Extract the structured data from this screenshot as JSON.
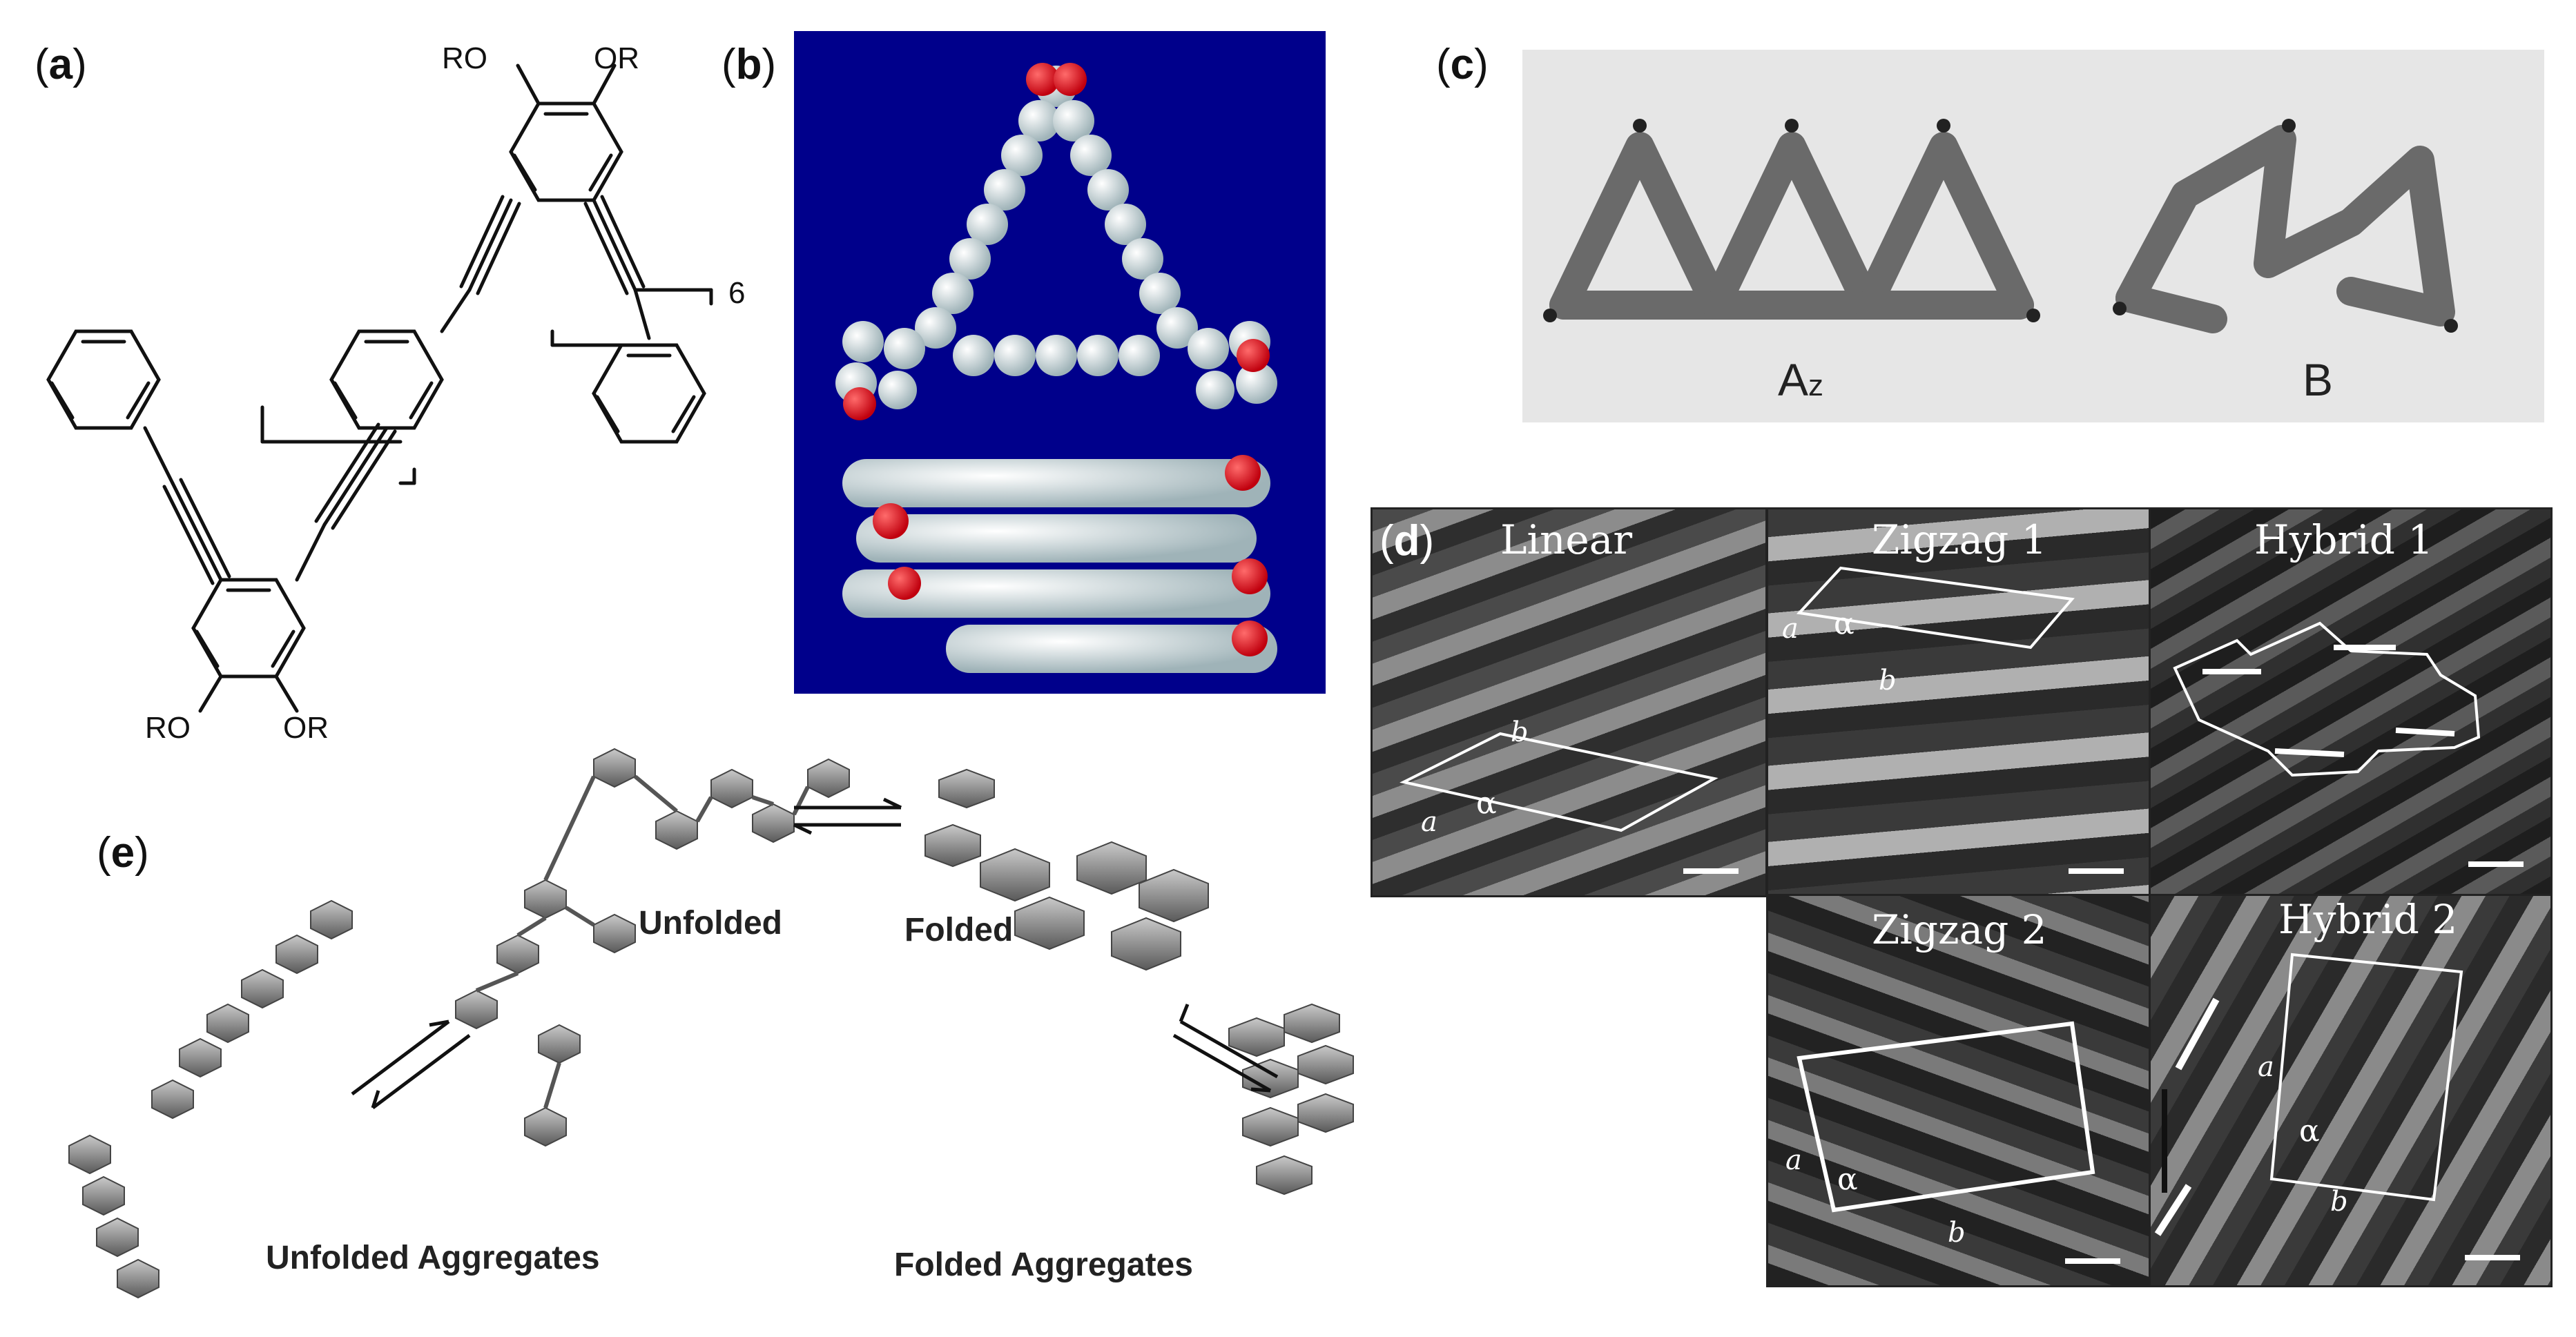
{
  "panels": {
    "a": {
      "label_open": "(",
      "letter": "a",
      "label_close": ")",
      "sub_top_left": "RO",
      "sub_top_right": "OR",
      "sub_bottom_left": "RO",
      "sub_bottom_right": "OR",
      "repeat_n": "6"
    },
    "b": {
      "label_open": "(",
      "letter": "b",
      "label_close": ")",
      "background": "#00008b",
      "oxygen_color": "#e0101e",
      "atom_color": "#e8eef0"
    },
    "c": {
      "label_open": "(",
      "letter": "c",
      "label_close": ")",
      "left_name": "Az",
      "left_main": "A",
      "left_sub": "z",
      "right_name": "B",
      "background": "#e6e6e6"
    },
    "d": {
      "label_open": "(",
      "letter": "d",
      "label_close": ")",
      "tiles": {
        "linear": {
          "title": "Linear",
          "a": "a",
          "b": "b",
          "alpha": "α"
        },
        "zigzag1": {
          "title": "Zigzag 1",
          "a": "a",
          "b": "b",
          "alpha": "α"
        },
        "hybrid1": {
          "title": "Hybrid 1"
        },
        "zigzag2": {
          "title": "Zigzag 2",
          "a": "a",
          "b": "b",
          "alpha": "α"
        },
        "hybrid2": {
          "title": "Hybrid 2",
          "a": "a",
          "b": "b",
          "alpha": "α"
        }
      }
    },
    "e": {
      "label_open": "(",
      "letter": "e",
      "label_close": ")",
      "unfolded": "Unfolded",
      "folded": "Folded",
      "unfolded_aggregates": "Unfolded Aggregates",
      "folded_aggregates": "Folded Aggregates"
    }
  }
}
